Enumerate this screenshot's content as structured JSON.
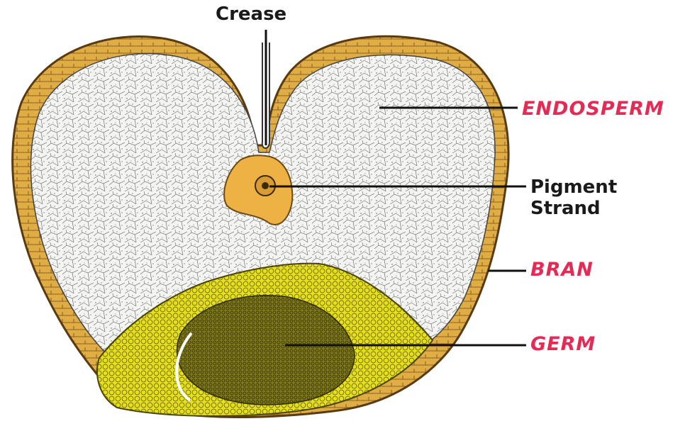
{
  "labels": {
    "crease": "Crease",
    "endosperm": "ENDOSPERM",
    "pigment_line1": "Pigment",
    "pigment_line2": "Strand",
    "bran": "BRAN",
    "germ": "GERM"
  },
  "colors": {
    "bran": "#e0ad45",
    "bran_outline": "#5a3a10",
    "endosperm": "#f4f4f2",
    "germ_outer": "#e6e01c",
    "germ_inner": "#5f5a12",
    "pigment": "#eeb144",
    "label_black": "#1a1a1a",
    "label_red": "#e52b55"
  }
}
